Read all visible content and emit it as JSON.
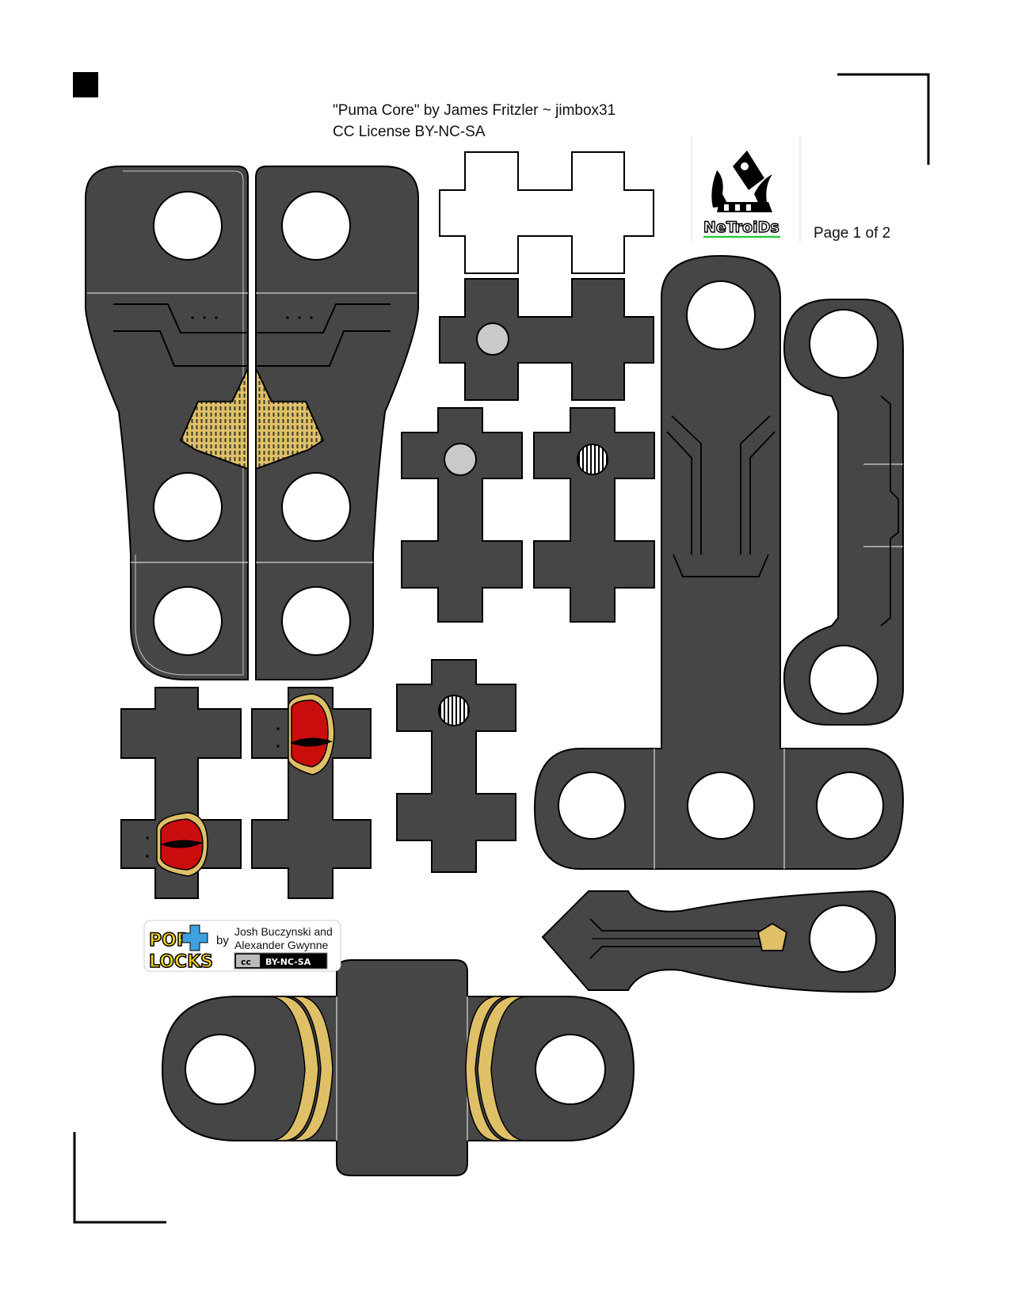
{
  "header": {
    "title_line": "\"Puma Core\" by James Fritzler  ~  jimbox31",
    "license_line": "CC License BY-NC-SA"
  },
  "page_label": "Page 1 of 2",
  "logos": {
    "netroids": {
      "wordmark": "NeTroiDs",
      "icon": "netroids-creature-logo"
    },
    "poplocks": {
      "word1": "POP",
      "word2": "LOCKS",
      "by": "by",
      "authors_line1": "Josh Buczynski and",
      "authors_line2": "Alexander Gwynne",
      "license_badge": "BY-NC-SA",
      "cc_mark": "cc"
    }
  },
  "colors": {
    "part_fill": "#464646",
    "outline": "#000000",
    "gold": "#dfc068",
    "red": "#c90d0d",
    "gray_dot": "#c9c9c9",
    "crease": "#bdbdbd"
  }
}
